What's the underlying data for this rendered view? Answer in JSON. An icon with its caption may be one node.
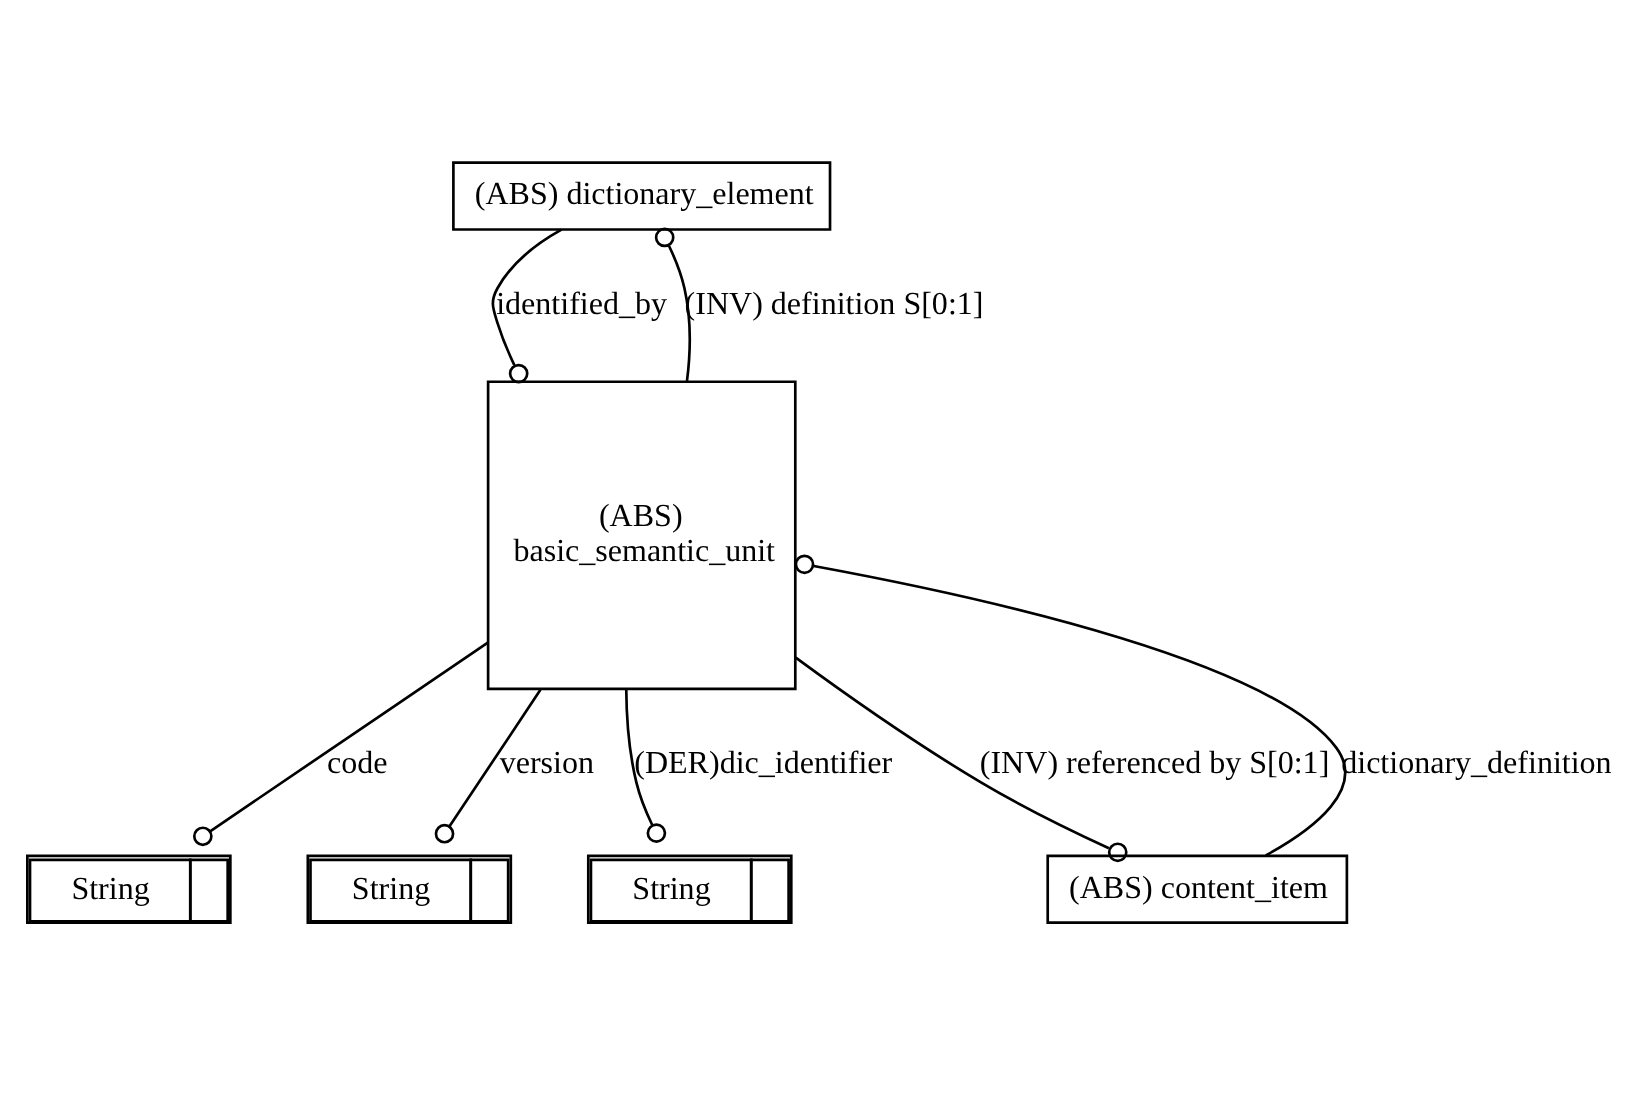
{
  "diagram": {
    "nodes": [
      {
        "text": [
          "(ABS) dictionary_element"
        ]
      },
      {
        "text": [
          "(ABS) basic_semantic_unit"
        ]
      },
      {
        "text": [
          "String"
        ]
      },
      {
        "text": [
          "String"
        ]
      },
      {
        "text": [
          "String"
        ]
      },
      {
        "text": [
          "(ABS) content_item"
        ]
      }
    ],
    "edges": [
      {
        "from": 1,
        "to": 0,
        "arrow": "other",
        "label": "(INV) definition S[0:1]"
      },
      {
        "from": 0,
        "to": 1,
        "arrow": "other",
        "label": "identified_by"
      },
      {
        "from": 1,
        "to": 2,
        "arrow": "other",
        "label": "code"
      },
      {
        "from": 1,
        "to": 3,
        "arrow": "other",
        "label": "version"
      },
      {
        "from": 1,
        "to": 4,
        "arrow": "other",
        "label": "(DER)dic_identifier"
      },
      {
        "from": 1,
        "to": 5,
        "arrow": "other",
        "label": "(INV) referenced by S[0:1]"
      },
      {
        "from": 5,
        "to": 1,
        "arrow": "other",
        "label": "dictionary_definition"
      }
    ]
  }
}
